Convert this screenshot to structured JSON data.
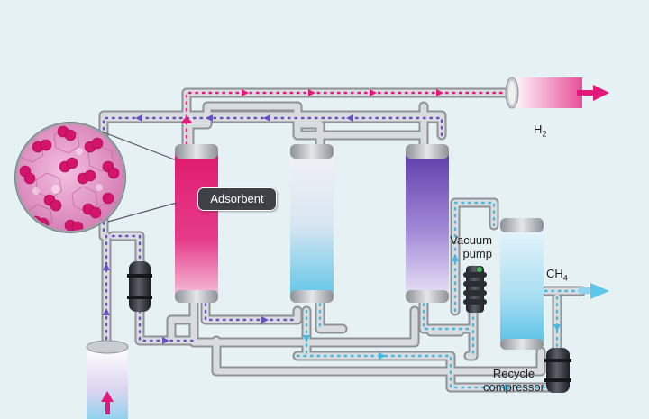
{
  "labels": {
    "adsorbent": "Adsorbent",
    "h2_main": "H",
    "h2_sub": "2",
    "ch4_main": "CH",
    "ch4_sub": "4",
    "vacuum_pump_line1": "Vacuum",
    "vacuum_pump_line2": "pump",
    "recycle_compressor_line1": "Recycle",
    "recycle_compressor_line2": "compressor"
  },
  "icons": {
    "magnifier": "adsorbent-magnified-view",
    "vacuum_pump": "vacuum-pump-icon",
    "recycle_compressor": "recycle-compressor-icon",
    "feed_tank": "feed-gas-tank-icon"
  },
  "colors": {
    "background": "#e6f1f4",
    "pipe": "#c8cbcf",
    "pipe_edge": "#8e9297",
    "hydrogen_flow": "#e2187a",
    "methane_flow": "#43b8e0",
    "mixed_flow": "#6a4fc4",
    "adsorbent_bed_loaded": "#e21b73",
    "adsorbent_bed_regenerating": "#6b3fb8"
  }
}
